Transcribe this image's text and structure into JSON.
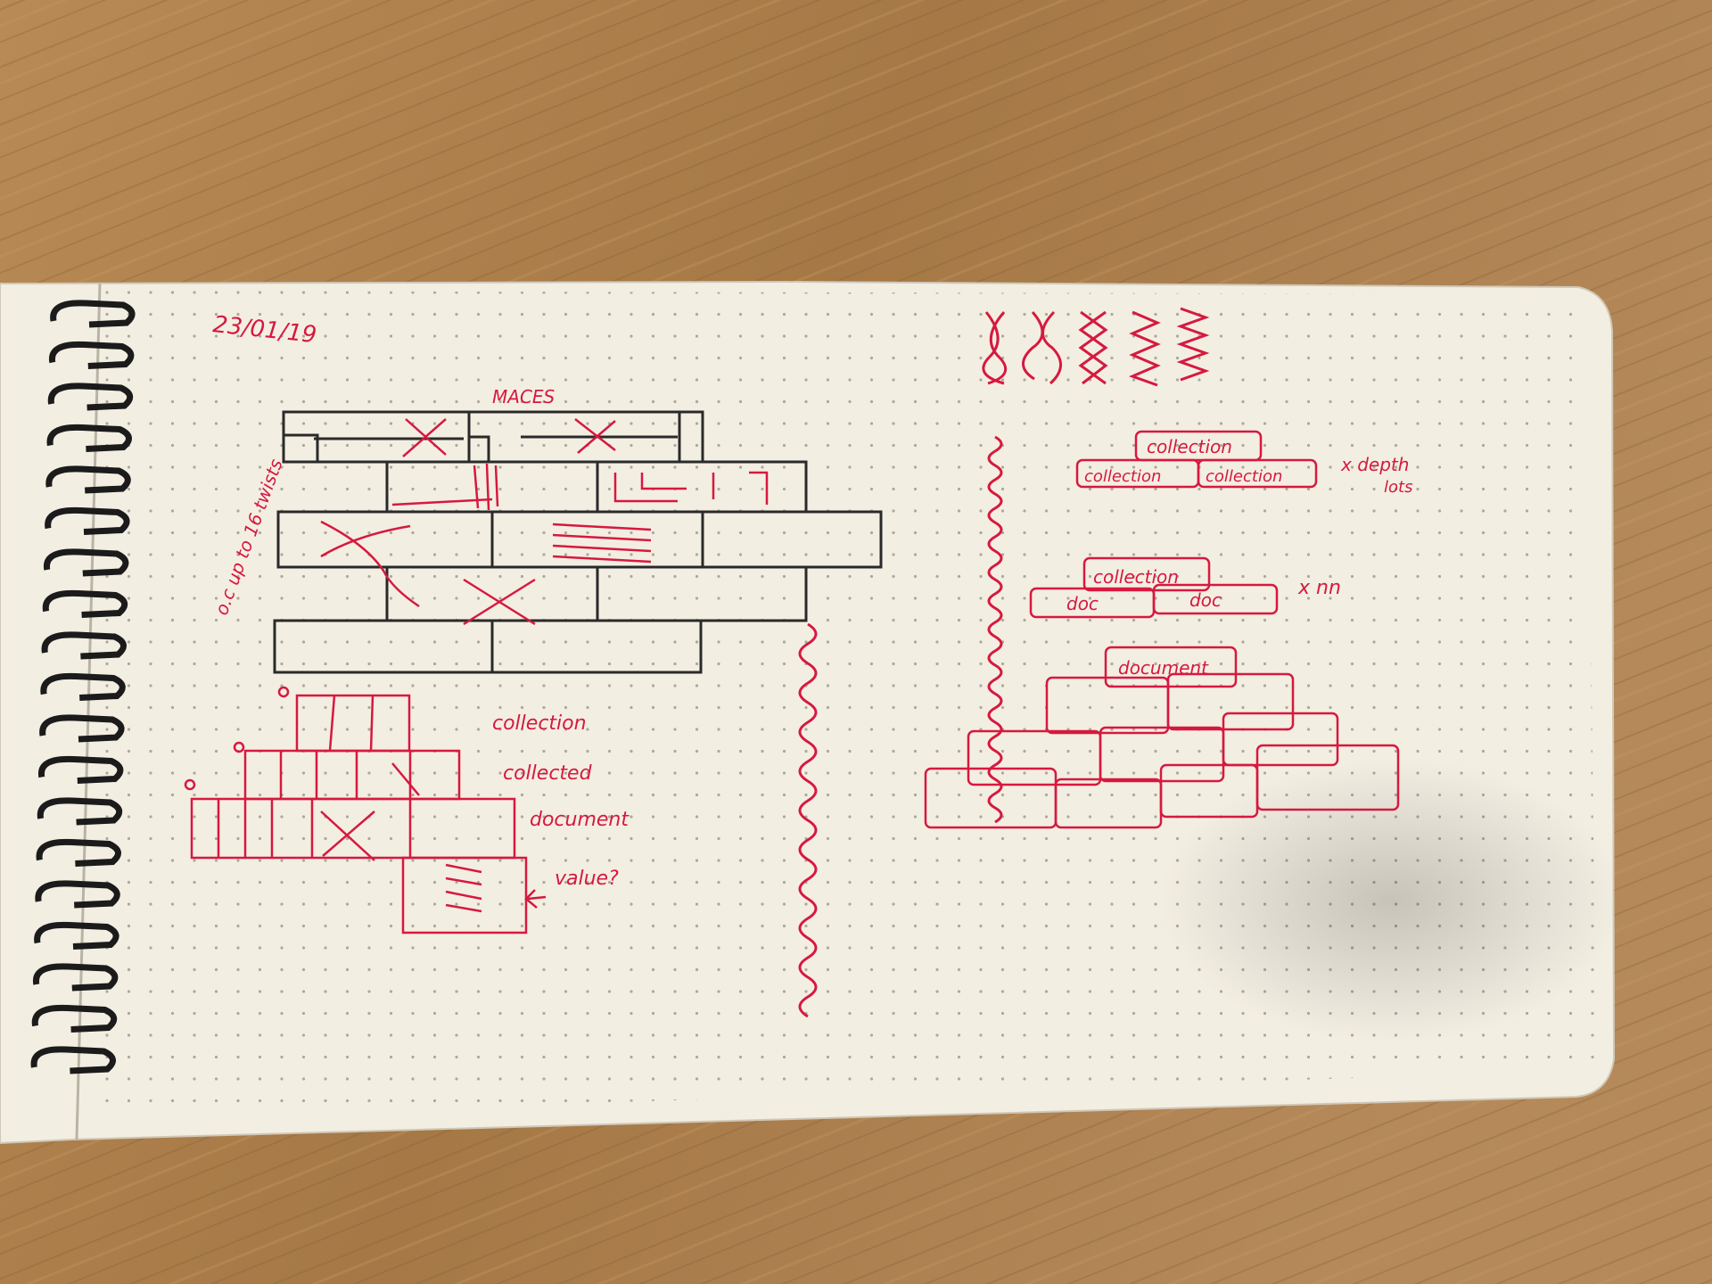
{
  "photo": {
    "subject": "spiral notebook page with pen sketches on a wooden table",
    "colors": {
      "wood": "#a97b49",
      "paper": "#f3eee2",
      "ink_red": "#d6193f",
      "ink_black": "#2a2a2a",
      "spiral": "#1b1b1b"
    }
  },
  "notes": {
    "date": "23/01/19",
    "label_top": "MACES",
    "left_side": "o.c up to 16 twists",
    "label_1": "collection",
    "label_2": "collected",
    "label_3": "document",
    "label_4": "value?",
    "stack_top": "collection",
    "stack_left": "collection",
    "stack_right": "collection",
    "side_1": "x depth",
    "side_1b": "lots",
    "stack2_top": "collection",
    "stack2_left": "doc",
    "stack2_right": "doc",
    "side_2": "x nn",
    "stack3_top": "document"
  }
}
